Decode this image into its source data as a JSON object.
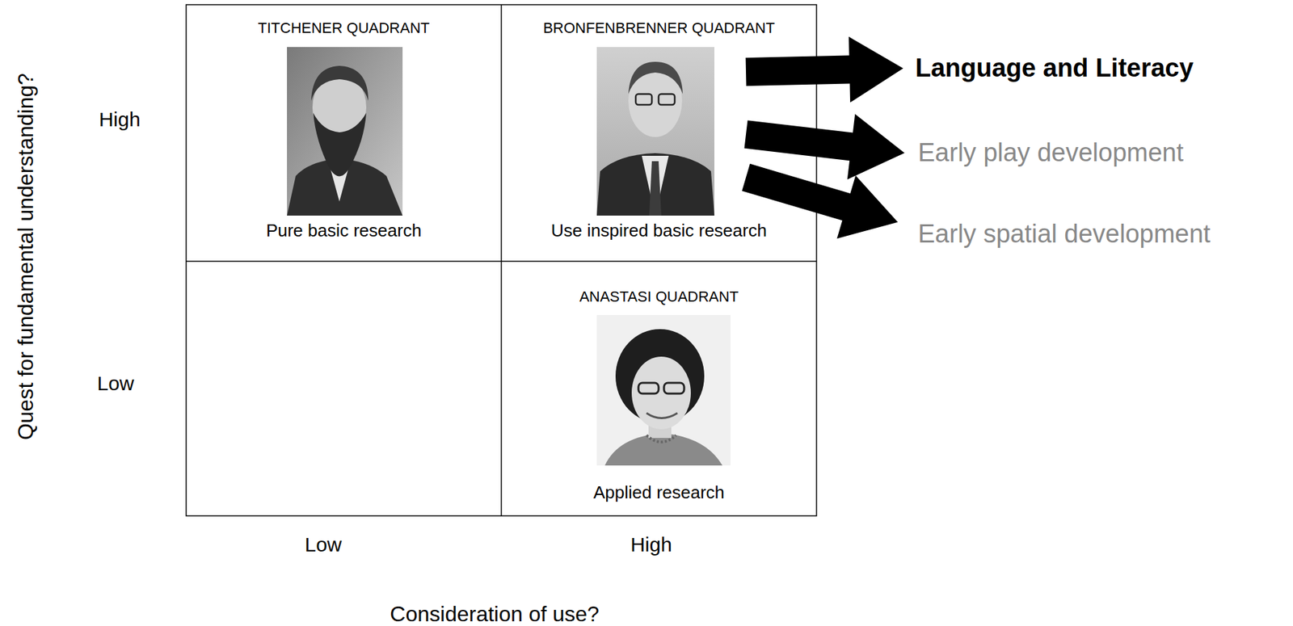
{
  "diagram": {
    "nodes": [
      {
        "text": [
          "TITCHENER QUADRANT",
          "Pure basic research"
        ]
      },
      {
        "text": [
          "BRONFENBRENNER QUADRANT",
          "Use inspired basic research"
        ]
      },
      {
        "text": [
          "ANASTASI QUADRANT",
          "Applied research"
        ]
      },
      {
        "text": [
          "Language and Literacy"
        ]
      },
      {
        "text": [
          "Early play development"
        ]
      },
      {
        "text": [
          "Early spatial development"
        ]
      }
    ],
    "edges": [
      {
        "from": 1,
        "to": 3,
        "arrow": "to"
      },
      {
        "from": 1,
        "to": 4,
        "arrow": "to"
      },
      {
        "from": 1,
        "to": 5,
        "arrow": "to"
      }
    ],
    "labels": [
      "Quest for fundamental understanding?",
      "High",
      "Low",
      "Low",
      "High",
      "Consideration of use?"
    ]
  }
}
